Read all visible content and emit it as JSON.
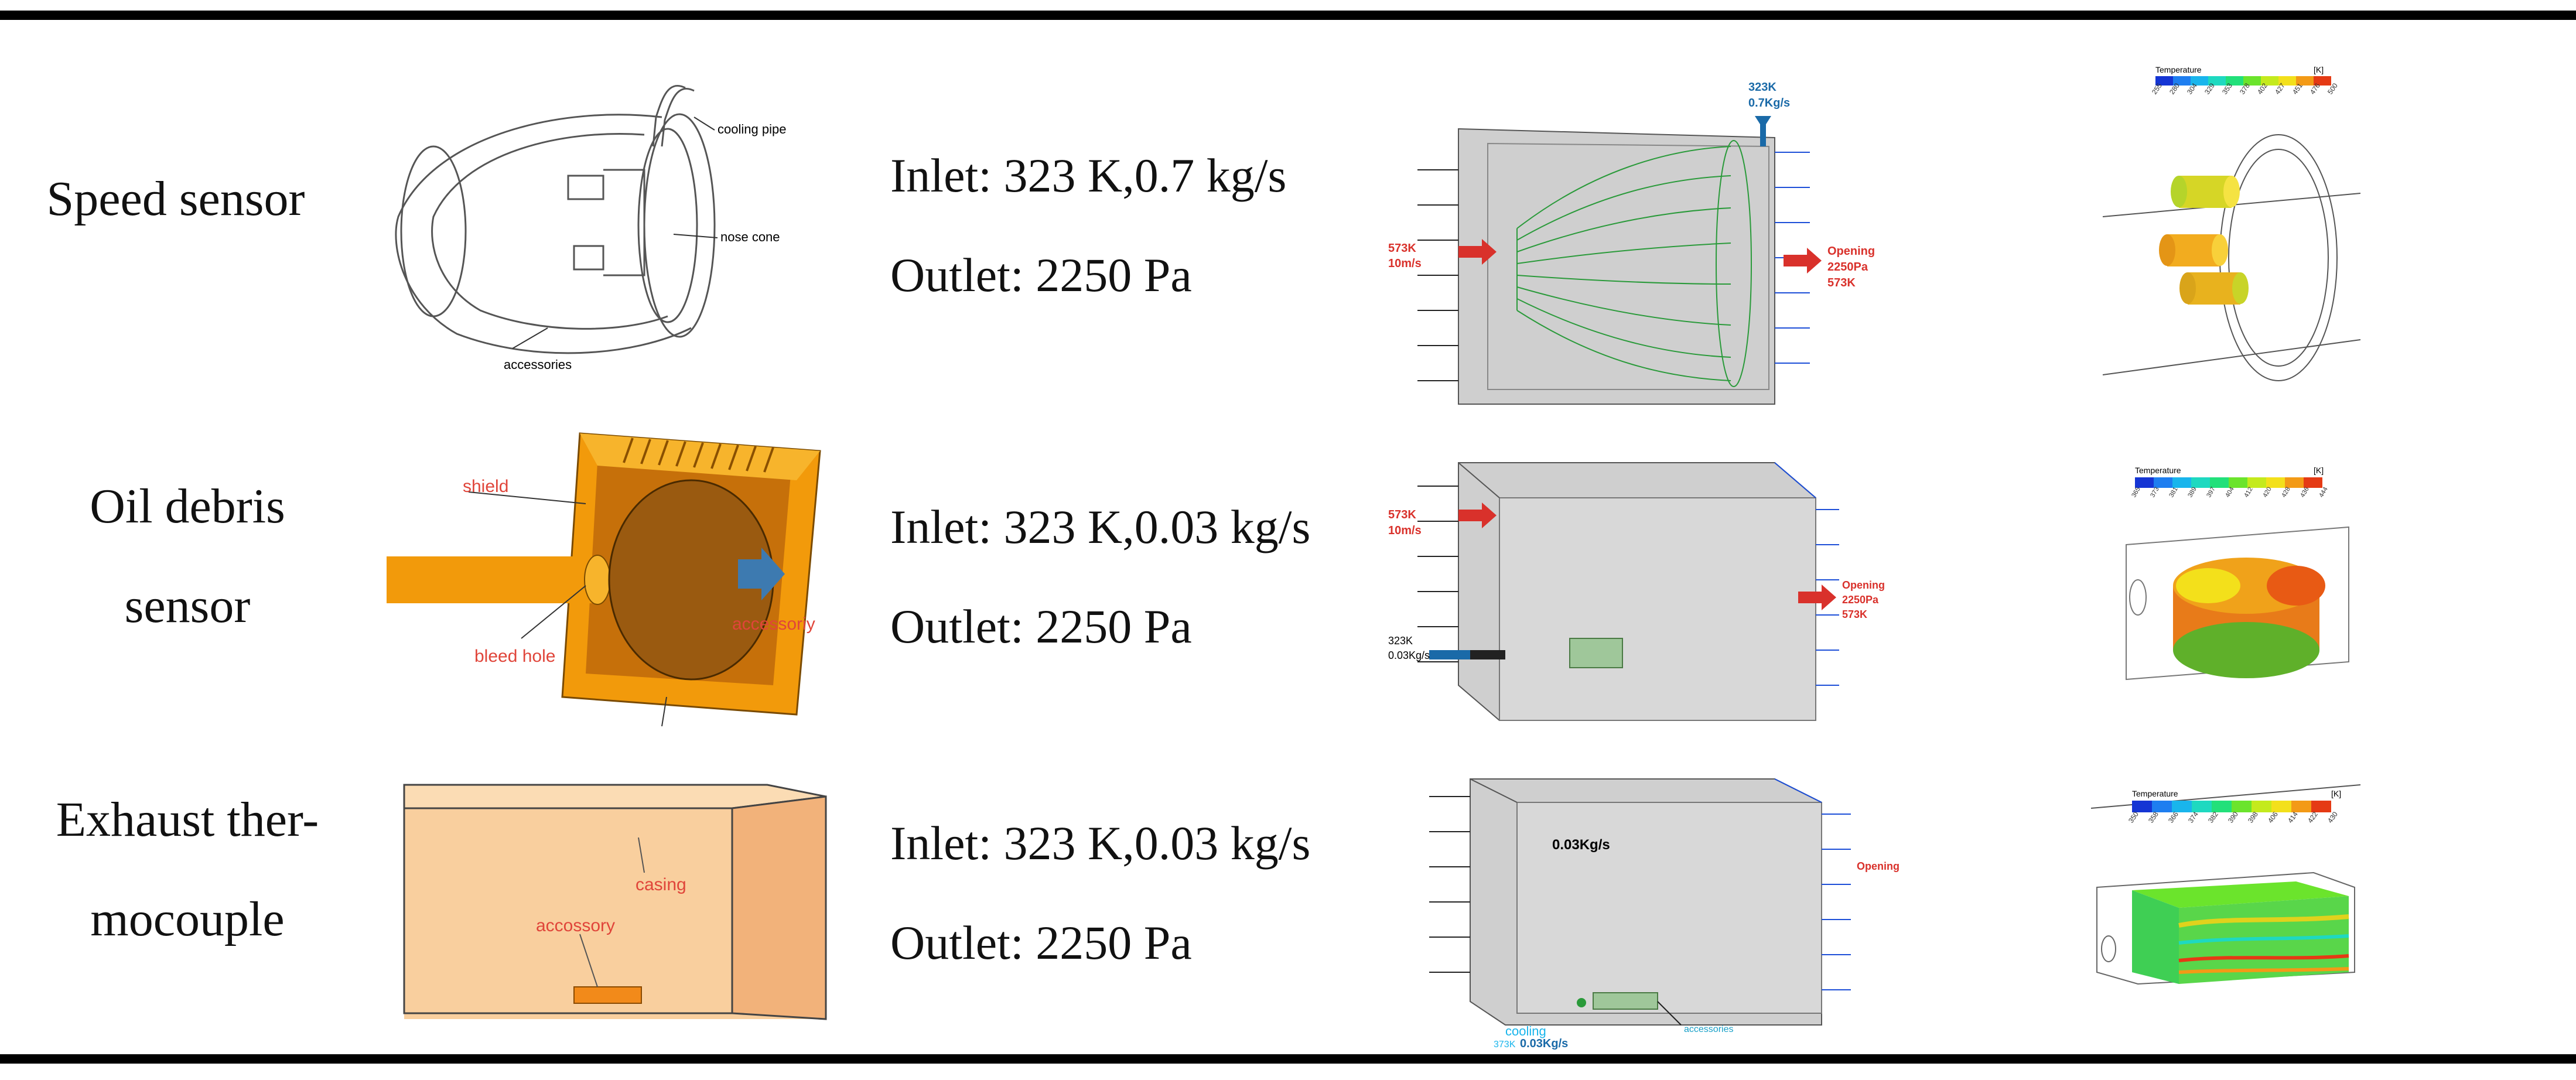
{
  "rows": [
    {
      "component": [
        "Speed sensor"
      ],
      "inlet": "Inlet: 323 K,0.7 kg/s",
      "outlet": "Outlet: 2250 Pa",
      "geometry_labels": {
        "pipe": "cooling pipe",
        "cone": "nose cone",
        "acc": "accessories"
      },
      "mesh_labels": {
        "inlet_t": "323K",
        "inlet_m": "0.7Kg/s",
        "left_t": "573K",
        "left_v": "10m/s",
        "open": "Opening",
        "open_p": "2250Pa",
        "open_t": "573K"
      },
      "result": {
        "title": "Temperature",
        "unit": "[K]",
        "ticks": [
          "255",
          "280",
          "304",
          "329",
          "353",
          "378",
          "402",
          "427",
          "451",
          "476",
          "500"
        ]
      }
    },
    {
      "component": [
        "Oil debris",
        "sensor"
      ],
      "inlet": "Inlet: 323 K,0.03 kg/s",
      "outlet": "Outlet: 2250 Pa",
      "geometry_labels": {
        "shield": "shield",
        "bleed": "bleed hole",
        "acc": "accessoriy"
      },
      "mesh_labels": {
        "left_t": "573K",
        "left_v": "10m/s",
        "inlet_t": "323K",
        "inlet_m": "0.03Kg/s",
        "open": "Opening",
        "open_p": "2250Pa",
        "open_t": "573K"
      },
      "result": {
        "title": "Temperature",
        "unit": "[K]",
        "ticks": [
          "365",
          "373",
          "381",
          "389",
          "397",
          "404",
          "412",
          "420",
          "428",
          "436",
          "444"
        ]
      }
    },
    {
      "component": [
        "Exhaust ther-",
        "mocouple"
      ],
      "inlet": "Inlet: 323 K,0.03 kg/s",
      "outlet": "Outlet: 2250 Pa",
      "geometry_labels": {
        "casing": "casing",
        "acc": "accossory"
      },
      "mesh_labels": {
        "flow": "0.03Kg/s",
        "open": "Opening",
        "cool": "cooling",
        "cool_t": "373K",
        "cool_m": "0.03Kg/s",
        "acc": "accessories"
      },
      "result": {
        "title": "Temperature",
        "unit": "[K]",
        "ticks": [
          "350",
          "358",
          "366",
          "374",
          "382",
          "390",
          "398",
          "406",
          "414",
          "422",
          "430"
        ]
      }
    }
  ],
  "colors": {
    "accent_red": "#d9312b",
    "flow_blue": "#1d4fd8",
    "cooling_blue": "#1a6aa8",
    "orange": "#f0a21a"
  }
}
